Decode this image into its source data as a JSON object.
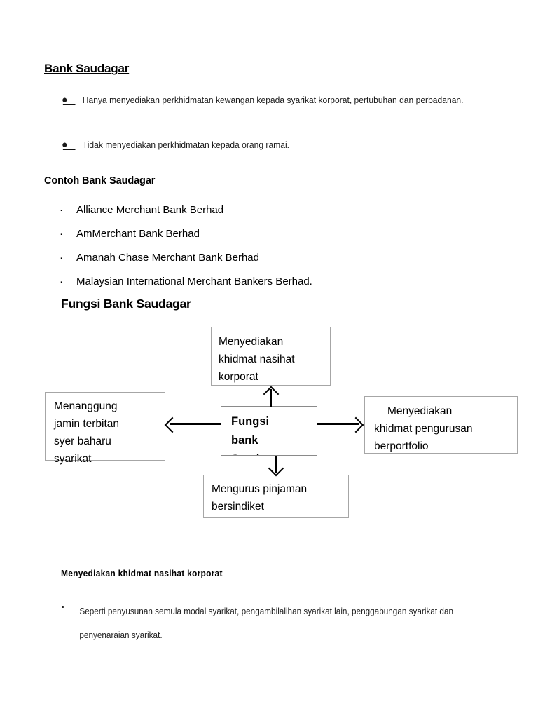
{
  "document": {
    "title": "Bank Saudagar",
    "intro_bullets": [
      "Hanya menyediakan perkhidmatan kewangan kepada syarikat korporat, pertubuhan dan perbadanan.",
      "Tidak menyediakan perkhidmatan kepada orang ramai."
    ],
    "contoh": {
      "heading": "Contoh Bank Saudagar",
      "items": [
        "Alliance Merchant Bank Berhad",
        "AmMerchant Bank Berhad",
        "Amanah Chase Merchant Bank Berhad",
        "Malaysian International Merchant Bankers Berhad."
      ]
    },
    "fungsi": {
      "heading": "Fungsi Bank Saudagar",
      "center_box": {
        "line1": "Fungsi",
        "line2": "bank",
        "line3": "Saudagar"
      },
      "top_box": {
        "line1": "Menyediakan",
        "line2": "khidmat nasihat",
        "line3": "korporat"
      },
      "left_box": {
        "line1": "Menanggung",
        "line2": "jamin terbitan",
        "line3": "syer baharu",
        "line4": "syarikat"
      },
      "right_box": {
        "line1": "Menyediakan",
        "line2": "khidmat pengurusan",
        "line3": "berportfolio"
      },
      "bottom_box": {
        "line1": "Mengurus pinjaman",
        "line2": "bersindiket"
      }
    },
    "detail": {
      "heading": "Menyediakan khidmat nasihat korporat",
      "bullet": "Seperti penyusunan semula modal syarikat, pengambilalihan syarikat lain, penggabungan syarikat dan penyenaraian syarikat."
    },
    "bullet_glyph": "●",
    "list_glyph": "·",
    "colors": {
      "text": "#000000",
      "box_border": "#a6a6a6",
      "arrow": "#000000",
      "page_background": "#ffffff"
    }
  }
}
